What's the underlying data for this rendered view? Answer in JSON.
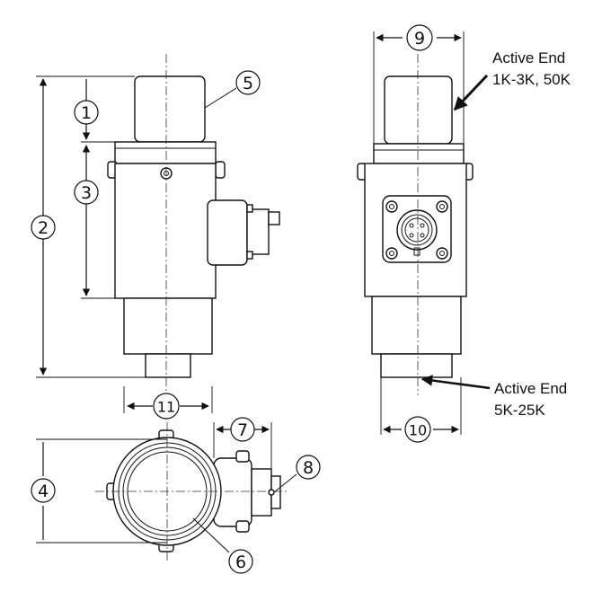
{
  "callouts": {
    "c1": "1",
    "c2": "2",
    "c3": "3",
    "c4": "4",
    "c5": "5",
    "c6": "6",
    "c7": "7",
    "c8": "8",
    "c9": "9",
    "c10": "10",
    "c11": "11"
  },
  "notes": {
    "top_line1": "Active End",
    "top_line2": "1K-3K, 50K",
    "bottom_line1": "Active End",
    "bottom_line2": "5K-25K"
  }
}
